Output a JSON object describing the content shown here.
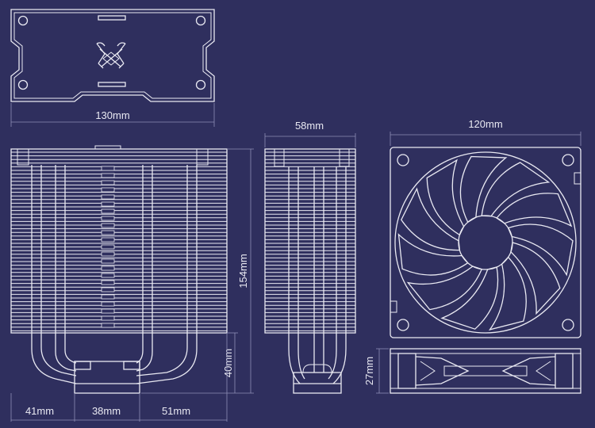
{
  "colors": {
    "background": "#2f2f5e",
    "line": "#e9e9f2",
    "dimension": "#8f8fb6"
  },
  "icons": {
    "logo": "crossed-swords-logo-icon"
  },
  "dimensions": {
    "top_width": "130mm",
    "side_depth": "58mm",
    "fan_width": "120mm",
    "height": "154mm",
    "clearance": "40mm",
    "fan_thickness": "27mm",
    "base_left": "41mm",
    "base_center": "38mm",
    "base_right": "51mm"
  }
}
